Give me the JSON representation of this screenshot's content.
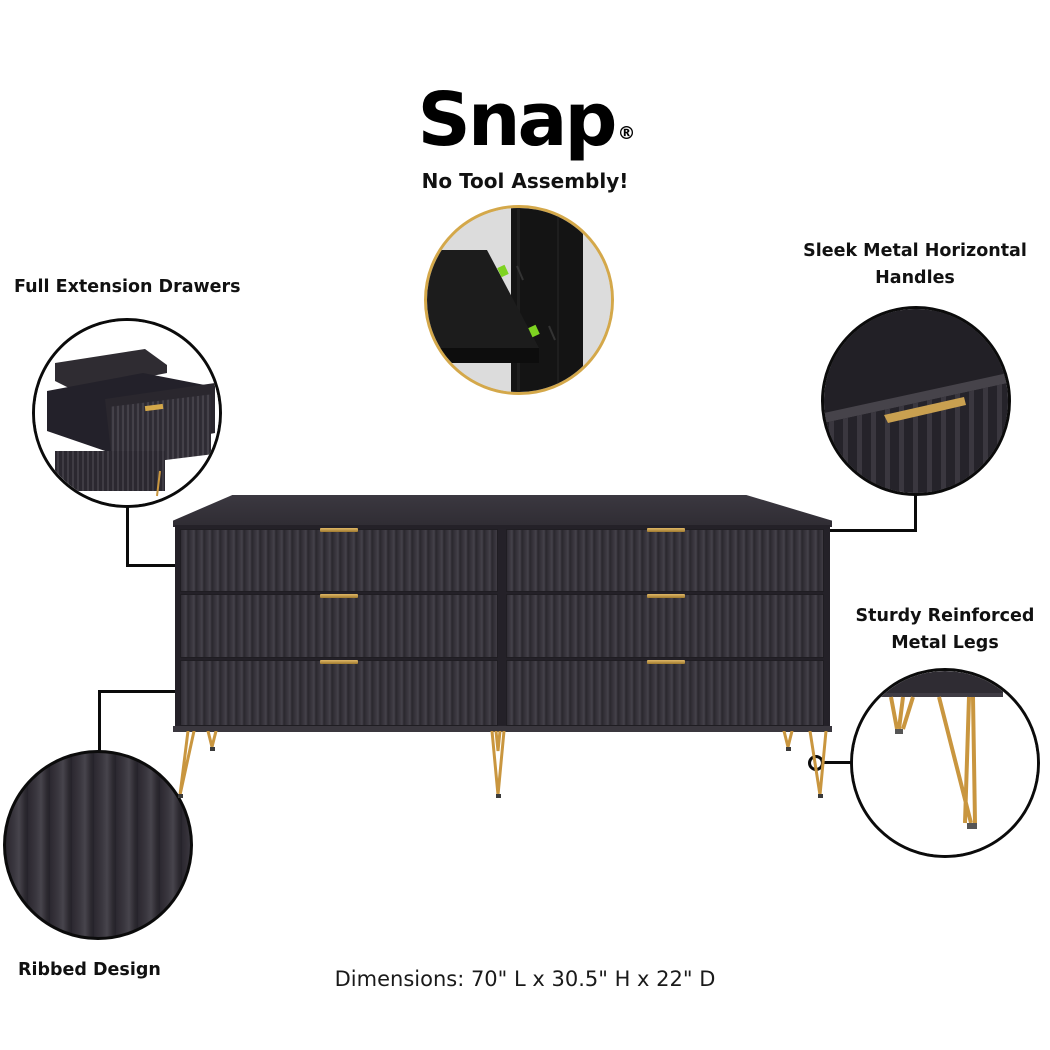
{
  "brand": {
    "name": "Snap",
    "registered_mark": "®",
    "tagline": "No Tool Assembly!"
  },
  "features": [
    {
      "id": "full-extension-drawers",
      "label": "Full Extension Drawers"
    },
    {
      "id": "sleek-metal-handles",
      "label_line1": "Sleek Metal Horizontal",
      "label_line2": "Handles"
    },
    {
      "id": "sturdy-metal-legs",
      "label_line1": "Sturdy Reinforced",
      "label_line2": "Metal Legs"
    },
    {
      "id": "ribbed-design",
      "label": "Ribbed Design"
    }
  ],
  "product": {
    "type": "6-drawer dresser",
    "drawer_count": 6,
    "colors": {
      "body": "#332f36",
      "handles": "#c9a050",
      "legs": "#c9963f",
      "assembly_circle_border": "#d4a84a",
      "assembly_clip": "#7ed321"
    }
  },
  "dimensions": {
    "text": "Dimensions: 70\" L x 30.5\" H x 22\" D",
    "length": "70\"",
    "height": "30.5\"",
    "depth": "22\""
  }
}
